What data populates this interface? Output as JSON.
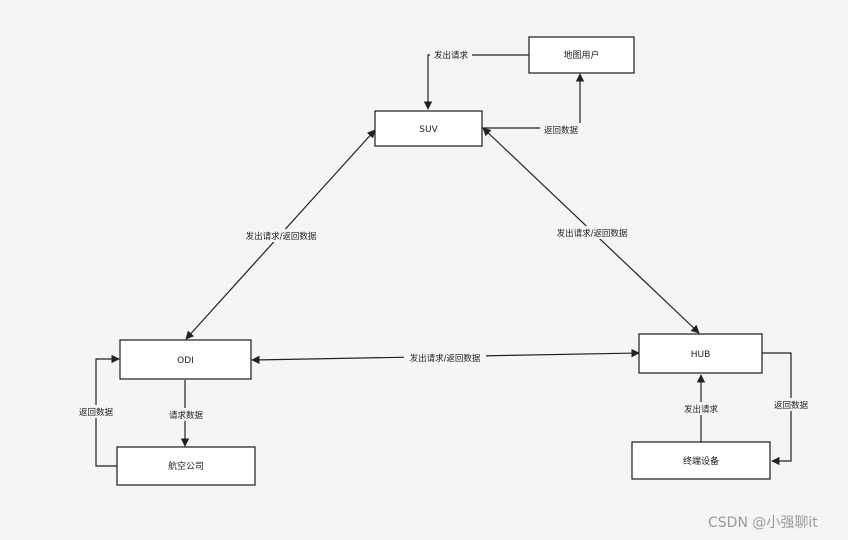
{
  "nodes": {
    "suv": "SUV",
    "map_user": "地图用户",
    "odi": "ODI",
    "hub": "HUB",
    "airline": "航空公司",
    "terminal": "终端设备"
  },
  "edges": {
    "map_to_suv": "发出请求",
    "suv_to_map": "返回数据",
    "suv_odi": "发出请求/返回数据",
    "suv_hub": "发出请求/返回数据",
    "odi_hub": "发出请求/返回数据",
    "odi_to_airline": "请求数据",
    "airline_to_odi": "返回数据",
    "terminal_to_hub": "发出请求",
    "hub_to_terminal": "返回数据"
  },
  "watermark": "CSDN @小强聊it"
}
